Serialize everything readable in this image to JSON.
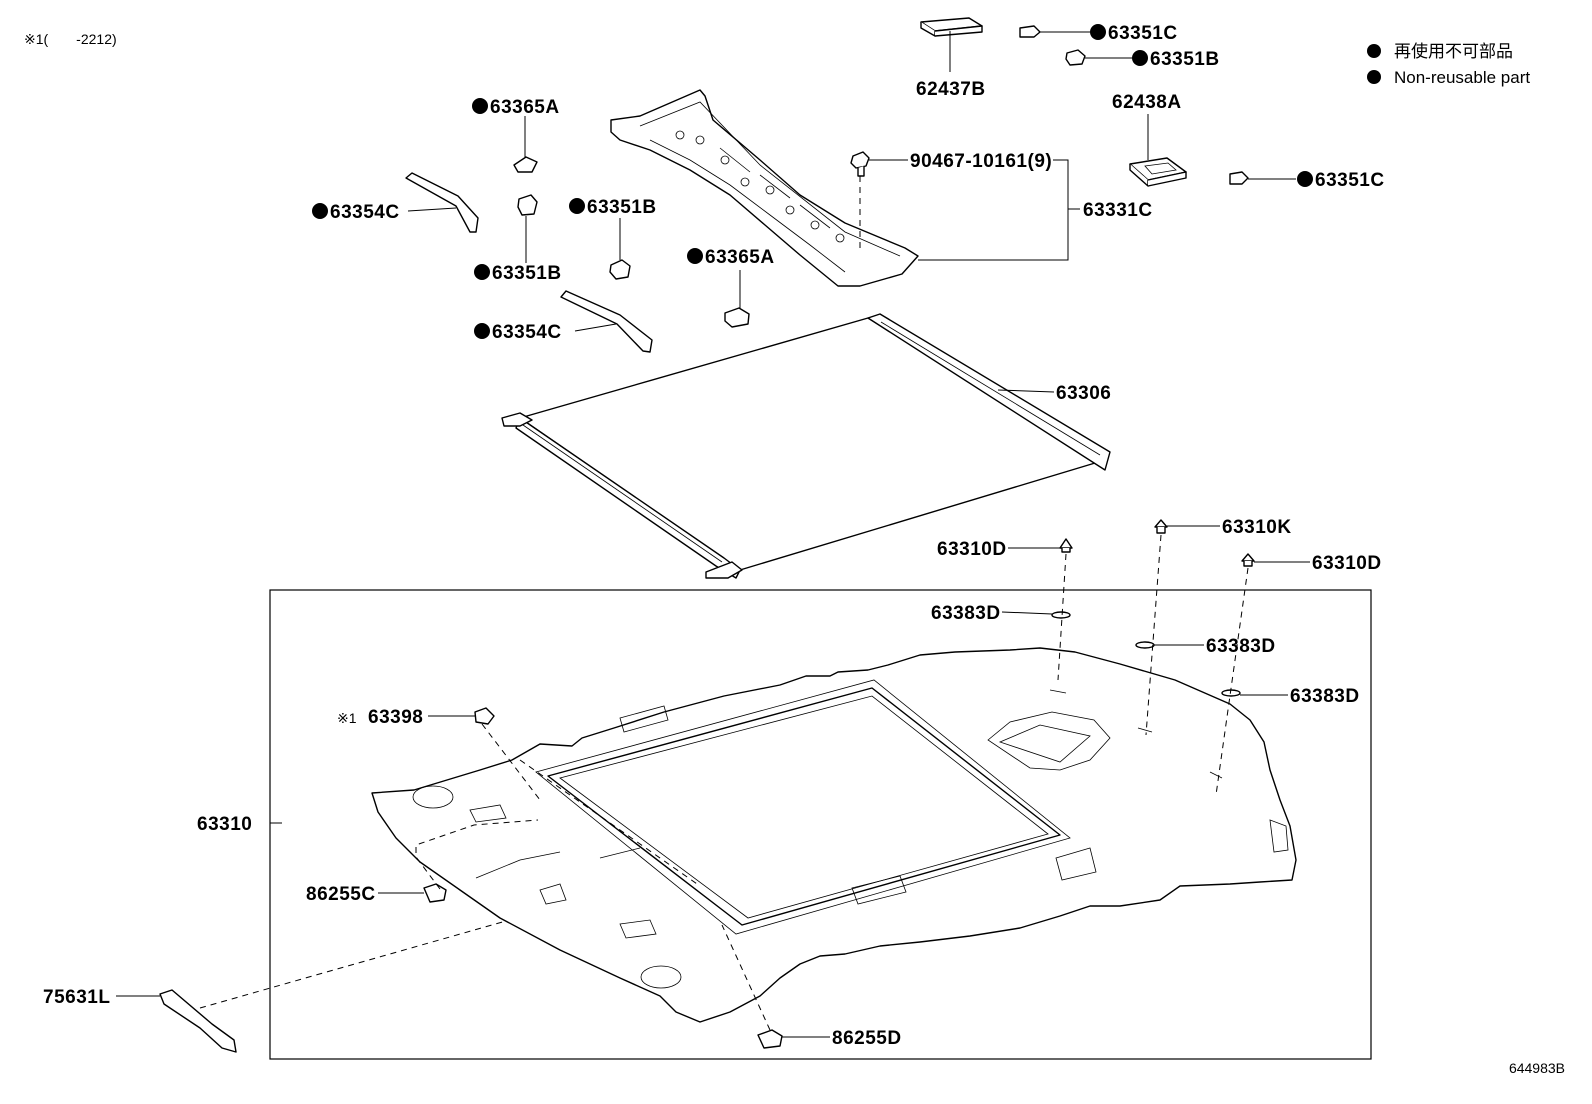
{
  "header_note": "※1(　　-2212)",
  "legend": [
    "再使用不可部品",
    "Non-reusable part"
  ],
  "figure_id": "644983B",
  "marker_symbol": "●",
  "labels": {
    "p62437B": "62437B",
    "p63351C_top": "63351C",
    "p63351B_top": "63351B",
    "p62438A": "62438A",
    "p63351C_right": "63351C",
    "p63365A_left": "63365A",
    "p90467": "90467-10161(9)",
    "p63331C": "63331C",
    "p63354C_upper": "63354C",
    "p63351B_mid": "63351B",
    "p63351B_low": "63351B",
    "p63365A_mid": "63365A",
    "p63354C_lower": "63354C",
    "p63306": "63306",
    "p63310D_left": "63310D",
    "p63310K": "63310K",
    "p63310D_right": "63310D",
    "p63383D_a": "63383D",
    "p63383D_b": "63383D",
    "p63383D_c": "63383D",
    "p63398_prefix": "※1",
    "p63398": "63398",
    "p63310": "63310",
    "p86255C": "86255C",
    "p75631L": "75631L",
    "p86255D": "86255D"
  }
}
